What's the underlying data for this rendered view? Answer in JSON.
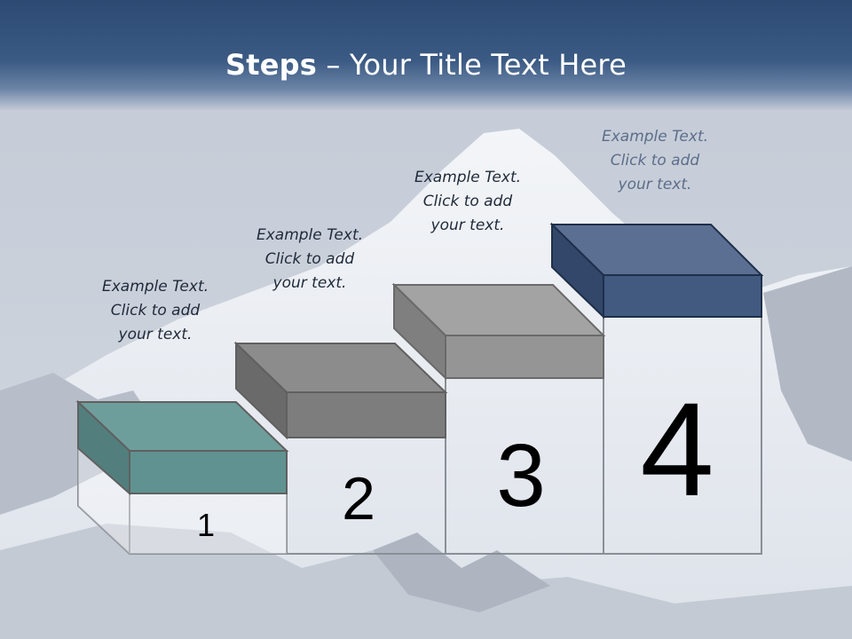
{
  "title": {
    "bold": "Steps",
    "rest": " – Your Title Text Here"
  },
  "steps": [
    {
      "number": "1",
      "caption": [
        "Example Text.",
        "Click  to add",
        "your text."
      ],
      "top_color": "#6e9e9c",
      "front_color": "#5f9290",
      "side_color": "#527f7d"
    },
    {
      "number": "2",
      "caption": [
        "Example Text.",
        "Click  to add",
        "your text."
      ],
      "top_color": "#8c8c8c",
      "front_color": "#7d7d7d",
      "side_color": "#6a6a6a"
    },
    {
      "number": "3",
      "caption": [
        "Example Text.",
        "Click  to add",
        "your text."
      ],
      "top_color": "#a3a3a3",
      "front_color": "#959595",
      "side_color": "#7f7f7f"
    },
    {
      "number": "4",
      "caption": [
        "Example Text.",
        "Click  to add",
        "your text."
      ],
      "top_color": "#5a6f92",
      "front_color": "#435a80",
      "side_color": "#33476a"
    }
  ]
}
